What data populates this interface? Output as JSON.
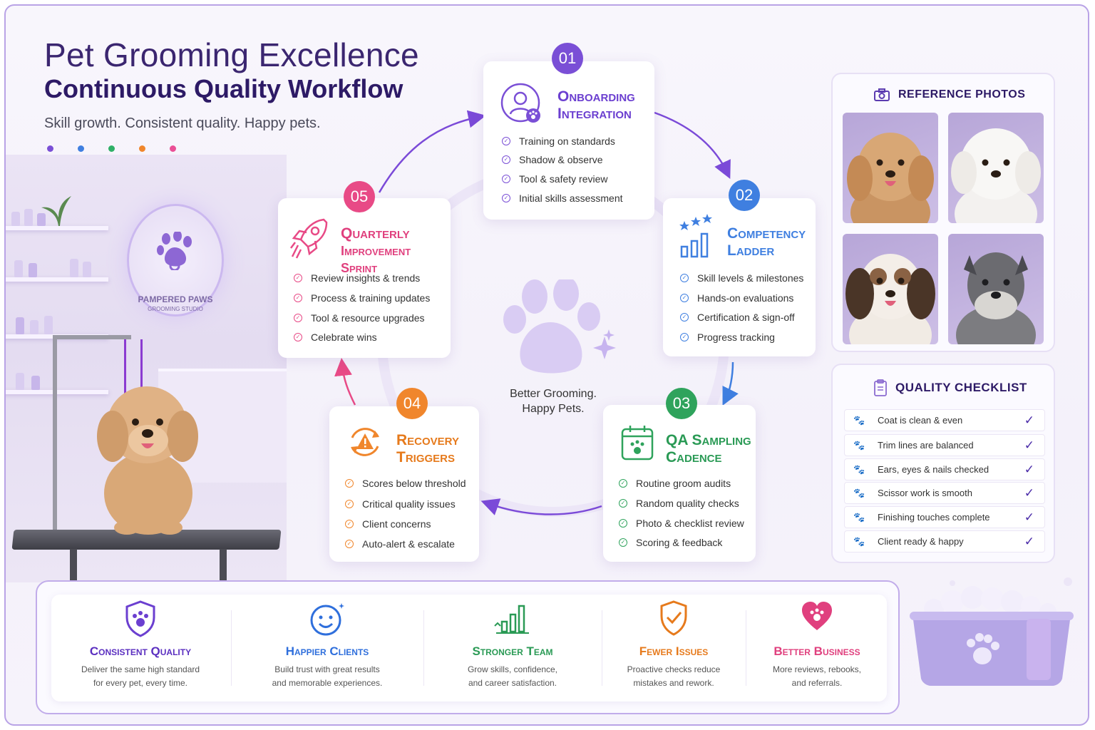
{
  "header": {
    "title": "Pet Grooming Excellence",
    "subtitle": "Continuous Quality Workflow",
    "tagline": "Skill growth. Consistent quality. Happy pets.",
    "dot_colors": [
      "#7a4fd6",
      "#3f7fe0",
      "#2fb067",
      "#f0862c",
      "#ea4f96"
    ]
  },
  "salon": {
    "sign_line1": "PAMPERED PAWS",
    "sign_line2": "GROOMING STUDIO"
  },
  "center": {
    "line1": "Better Grooming.",
    "line2": "Happy Pets."
  },
  "steps": [
    {
      "number": "01",
      "color": "#7a4fd6",
      "title_line1": "Onboarding",
      "title_line2": "Integration",
      "items": [
        "Training on standards",
        "Shadow & observe",
        "Tool & safety review",
        "Initial skills assessment"
      ]
    },
    {
      "number": "02",
      "color": "#3f7fe0",
      "title_line1": "Competency",
      "title_line2": "Ladder",
      "items": [
        "Skill levels & milestones",
        "Hands-on evaluations",
        "Certification & sign-off",
        "Progress tracking"
      ]
    },
    {
      "number": "03",
      "color": "#2fa35c",
      "title_line1": "QA Sampling",
      "title_line2": "Cadence",
      "items": [
        "Routine groom audits",
        "Random quality checks",
        "Photo & checklist review",
        "Scoring & feedback"
      ]
    },
    {
      "number": "04",
      "color": "#f0862c",
      "title_line1": "Recovery",
      "title_line2": "Triggers",
      "items": [
        "Scores below threshold",
        "Critical quality issues",
        "Client concerns",
        "Auto-alert & escalate"
      ]
    },
    {
      "number": "05",
      "color": "#e84a86",
      "title_line1": "Quarterly",
      "title_line2": "Improvement Sprint",
      "items": [
        "Review insights & trends",
        "Process & training updates",
        "Tool & resource upgrades",
        "Celebrate wins"
      ]
    }
  ],
  "reference_photos": {
    "title": "REFERENCE PHOTOS",
    "icon": "camera-icon"
  },
  "quality_checklist": {
    "title": "QUALITY CHECKLIST",
    "icon": "clipboard-icon",
    "items": [
      "Coat is clean & even",
      "Trim lines are balanced",
      "Ears, eyes & nails checked",
      "Scissor work is smooth",
      "Finishing touches complete",
      "Client ready & happy"
    ]
  },
  "benefits": [
    {
      "title": "Consistent Quality",
      "desc_line1": "Deliver the same high standard",
      "desc_line2": "for every pet, every time.",
      "color": "#5b2fc0",
      "icon": "shield-paw-icon"
    },
    {
      "title": "Happier Clients",
      "desc_line1": "Build trust with great results",
      "desc_line2": "and memorable experiences.",
      "color": "#2f6fdc",
      "icon": "smiley-icon"
    },
    {
      "title": "Stronger Team",
      "desc_line1": "Grow skills, confidence,",
      "desc_line2": "and career satisfaction.",
      "color": "#2a9a55",
      "icon": "growth-chart-icon"
    },
    {
      "title": "Fewer Issues",
      "desc_line1": "Proactive checks reduce",
      "desc_line2": "mistakes and rework.",
      "color": "#e67a1c",
      "icon": "shield-check-icon"
    },
    {
      "title": "Better Business",
      "desc_line1": "More reviews, rebooks,",
      "desc_line2": "and referrals.",
      "color": "#e0407e",
      "icon": "heart-paw-icon"
    }
  ]
}
